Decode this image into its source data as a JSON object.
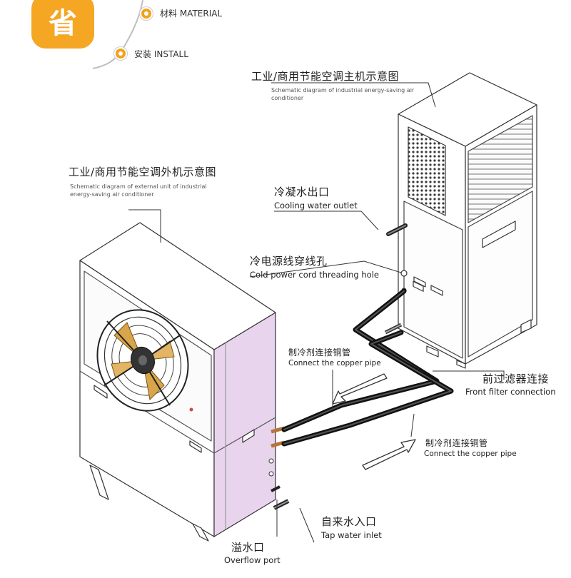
{
  "header": {
    "badge": "省",
    "menu": [
      {
        "icon": "material-icon",
        "label": "材料 MATERIAL"
      },
      {
        "icon": "install-icon",
        "label": "安装 INSTALL"
      }
    ]
  },
  "indoor_unit": {
    "title_cn": "工业/商用节能空调主机示意图",
    "title_en": "Schematic diagram of industrial energy-saving air conditioner"
  },
  "outdoor_unit": {
    "title_cn": "工业/商用节能空调外机示意图",
    "title_en": "Schematic diagram of external unit of industrial energy-saving air conditioner"
  },
  "callouts": {
    "cooling_outlet": {
      "cn": "冷凝水出口",
      "en": "Cooling water outlet"
    },
    "cord_hole": {
      "cn": "冷电源线穿线孔",
      "en": "Cold power cord threading hole"
    },
    "copper_pipe_1": {
      "cn": "制冷剂连接铜管",
      "en": "Connect the copper pipe"
    },
    "front_filter": {
      "cn": "前过滤器连接",
      "en": "Front filter connection"
    },
    "copper_pipe_2": {
      "cn": "制冷剂连接铜管",
      "en": "Connect the copper pipe"
    },
    "tap_inlet": {
      "cn": "自来水入口",
      "en": "Tap water inlet"
    },
    "overflow": {
      "cn": "溢水口",
      "en": "Overflow port"
    }
  },
  "colors": {
    "badge": "#f5a623",
    "side_panel": "#e9d4ee",
    "fan_blade": "#d8a54a",
    "pipe": "#111111"
  }
}
